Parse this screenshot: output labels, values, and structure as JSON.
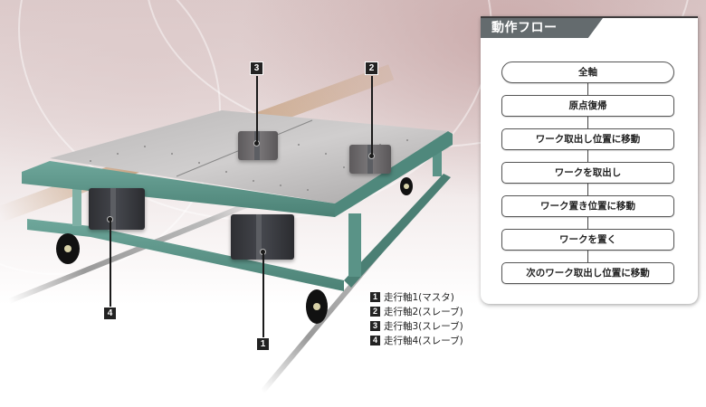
{
  "panel": {
    "title": "動作フロー",
    "steps": [
      {
        "label": "全軸",
        "shape": "pill"
      },
      {
        "label": "原点復帰",
        "shape": "box"
      },
      {
        "label": "ワーク取出し位置に移動",
        "shape": "box"
      },
      {
        "label": "ワークを取出し",
        "shape": "box"
      },
      {
        "label": "ワーク置き位置に移動",
        "shape": "box"
      },
      {
        "label": "ワークを置く",
        "shape": "box"
      },
      {
        "label": "次のワーク取出し位置に移動",
        "shape": "box"
      }
    ]
  },
  "markers": [
    {
      "num": "1",
      "label": "走行軸1(マスタ)"
    },
    {
      "num": "2",
      "label": "走行軸2(スレーブ)"
    },
    {
      "num": "3",
      "label": "走行軸3(スレーブ)"
    },
    {
      "num": "4",
      "label": "走行軸4(スレーブ)"
    }
  ],
  "colors": {
    "frame": "#5f9a8e",
    "panel_header": "#646b6e",
    "panel_border": "#3d3b3c",
    "badge": "#222222"
  }
}
